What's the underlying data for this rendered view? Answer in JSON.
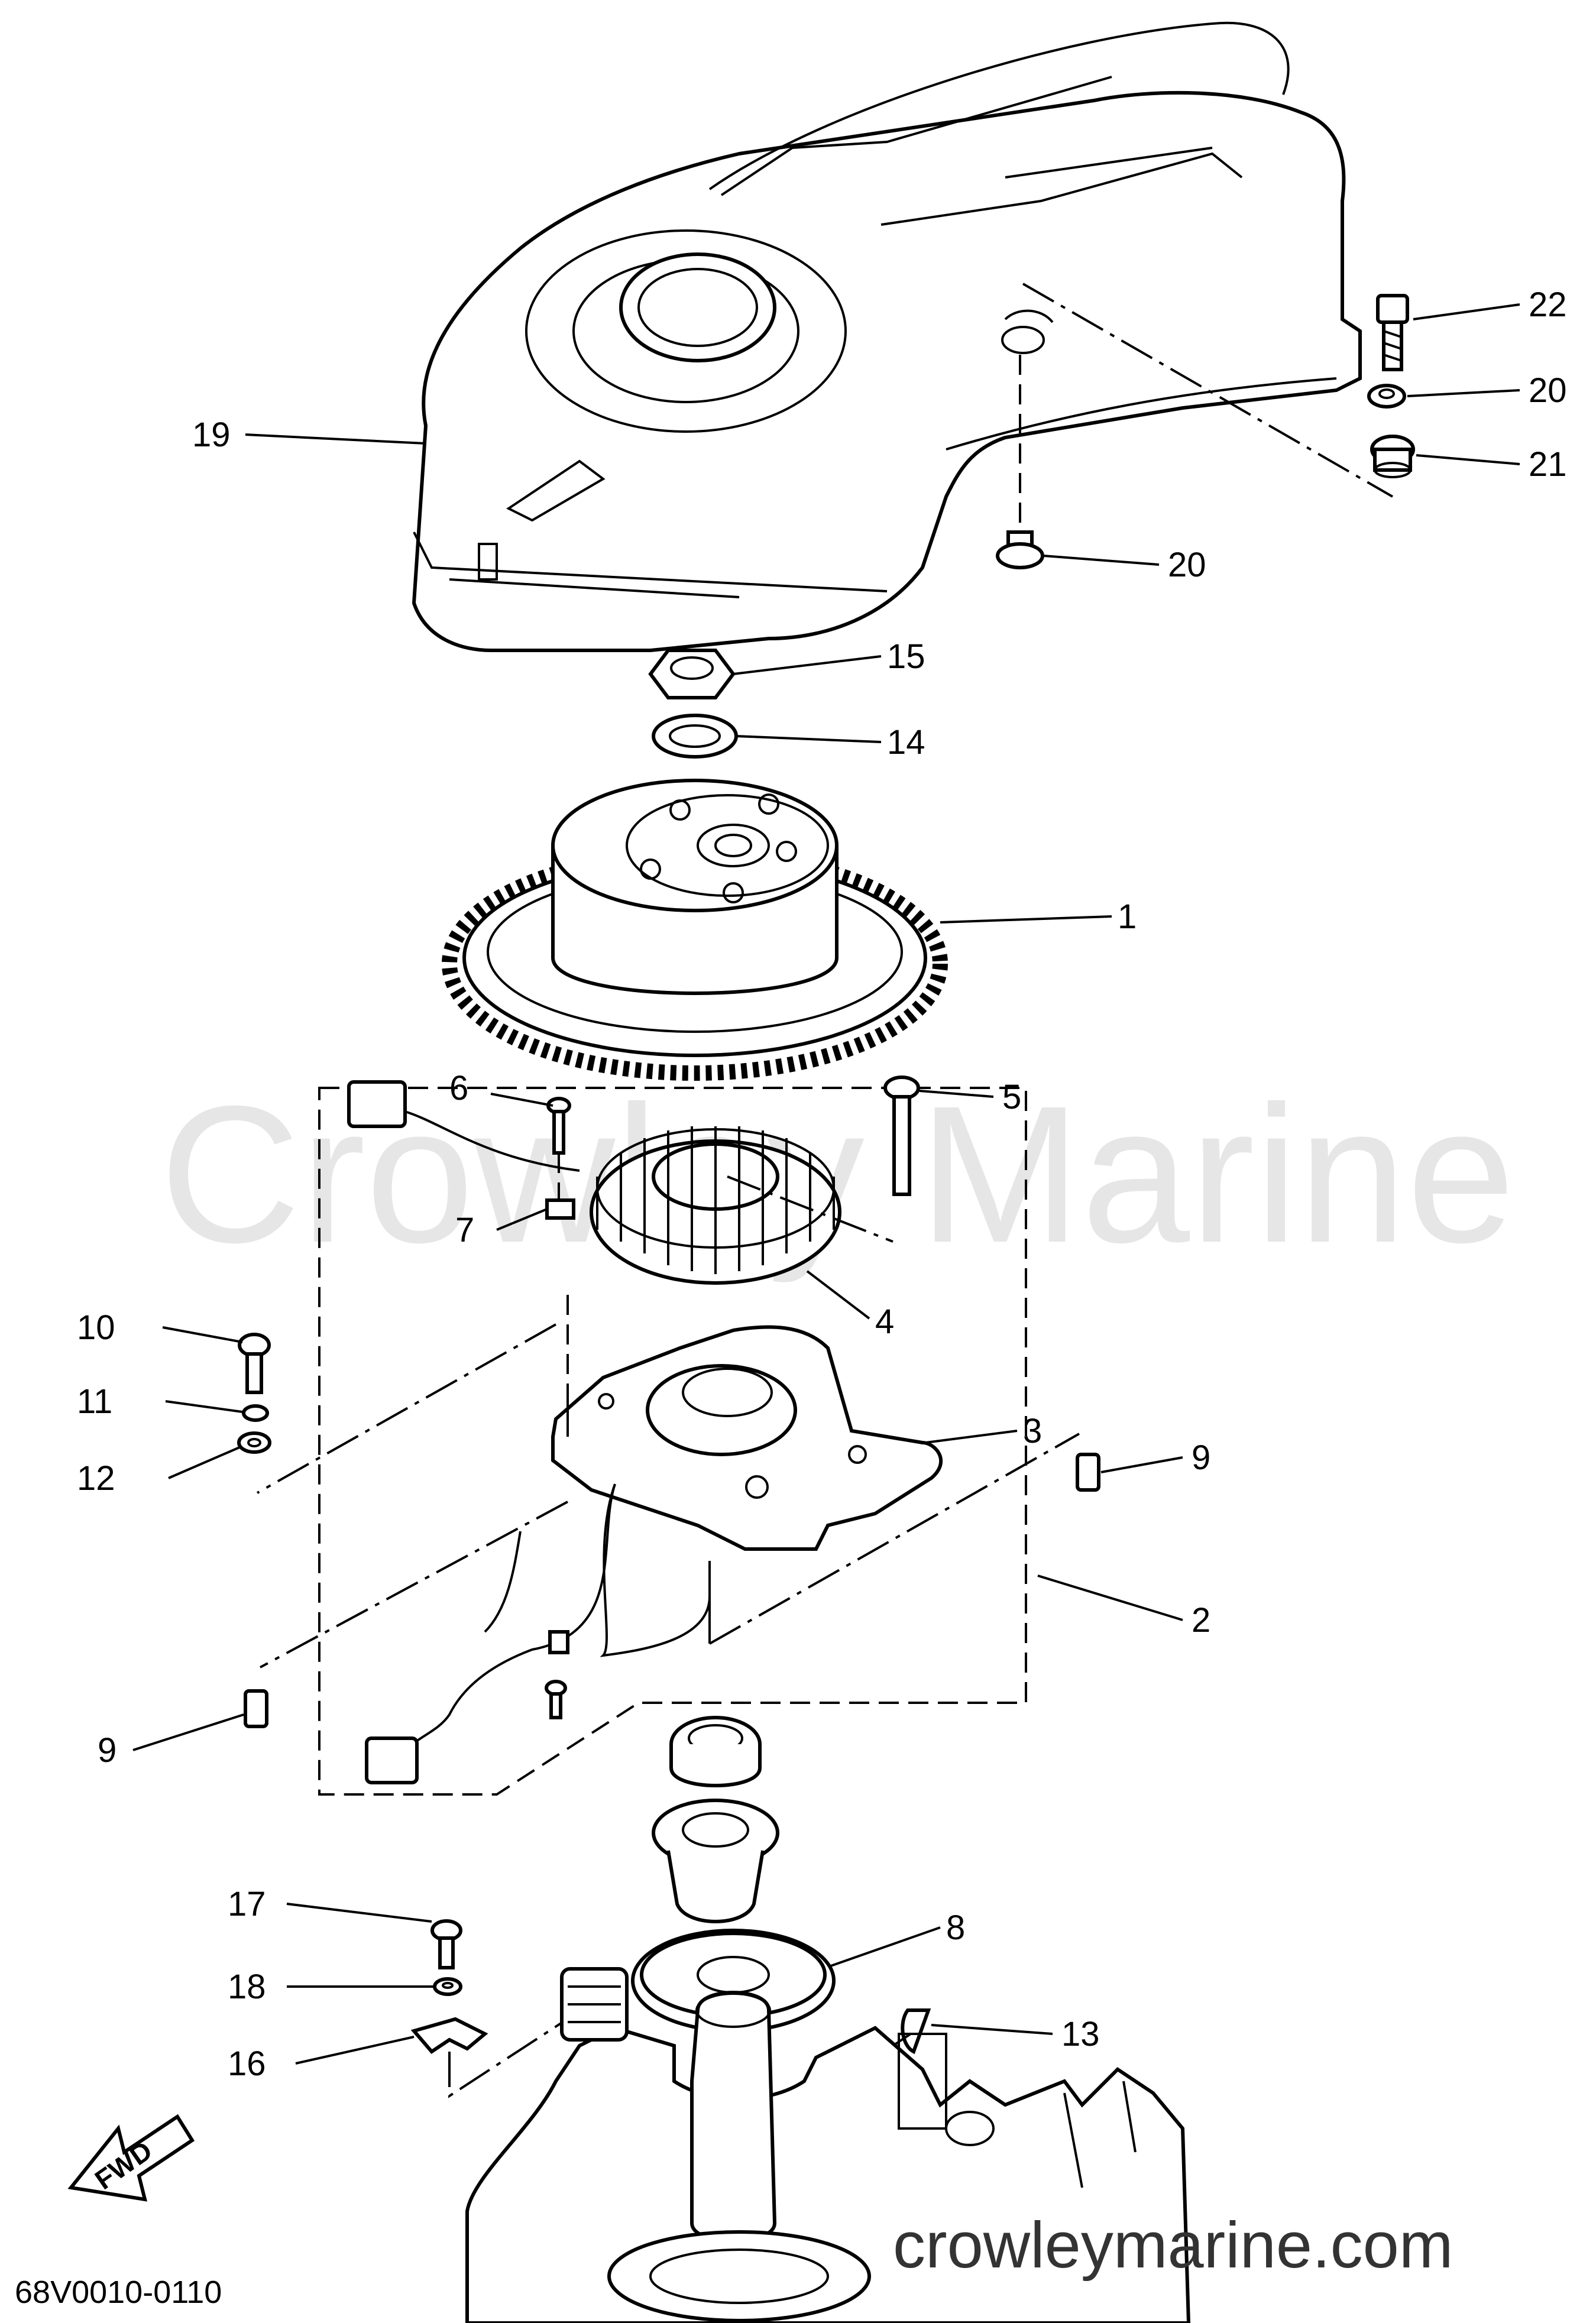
{
  "watermark": "Crowley Marine",
  "site": "crowleymarine.com",
  "diagram_code": "68V0010-0110",
  "fwd_label": "FWD",
  "callouts": [
    {
      "id": "c22",
      "num": "22"
    },
    {
      "id": "c20a",
      "num": "20"
    },
    {
      "id": "c21",
      "num": "21"
    },
    {
      "id": "c19",
      "num": "19"
    },
    {
      "id": "c20b",
      "num": "20"
    },
    {
      "id": "c15",
      "num": "15"
    },
    {
      "id": "c14",
      "num": "14"
    },
    {
      "id": "c1",
      "num": "1"
    },
    {
      "id": "c6",
      "num": "6"
    },
    {
      "id": "c5",
      "num": "5"
    },
    {
      "id": "c7",
      "num": "7"
    },
    {
      "id": "c4",
      "num": "4"
    },
    {
      "id": "c10",
      "num": "10"
    },
    {
      "id": "c11",
      "num": "11"
    },
    {
      "id": "c3",
      "num": "3"
    },
    {
      "id": "c9a",
      "num": "9"
    },
    {
      "id": "c12",
      "num": "12"
    },
    {
      "id": "c2",
      "num": "2"
    },
    {
      "id": "c9b",
      "num": "9"
    },
    {
      "id": "c17",
      "num": "17"
    },
    {
      "id": "c8",
      "num": "8"
    },
    {
      "id": "c18",
      "num": "18"
    },
    {
      "id": "c13",
      "num": "13"
    },
    {
      "id": "c16",
      "num": "16"
    }
  ]
}
